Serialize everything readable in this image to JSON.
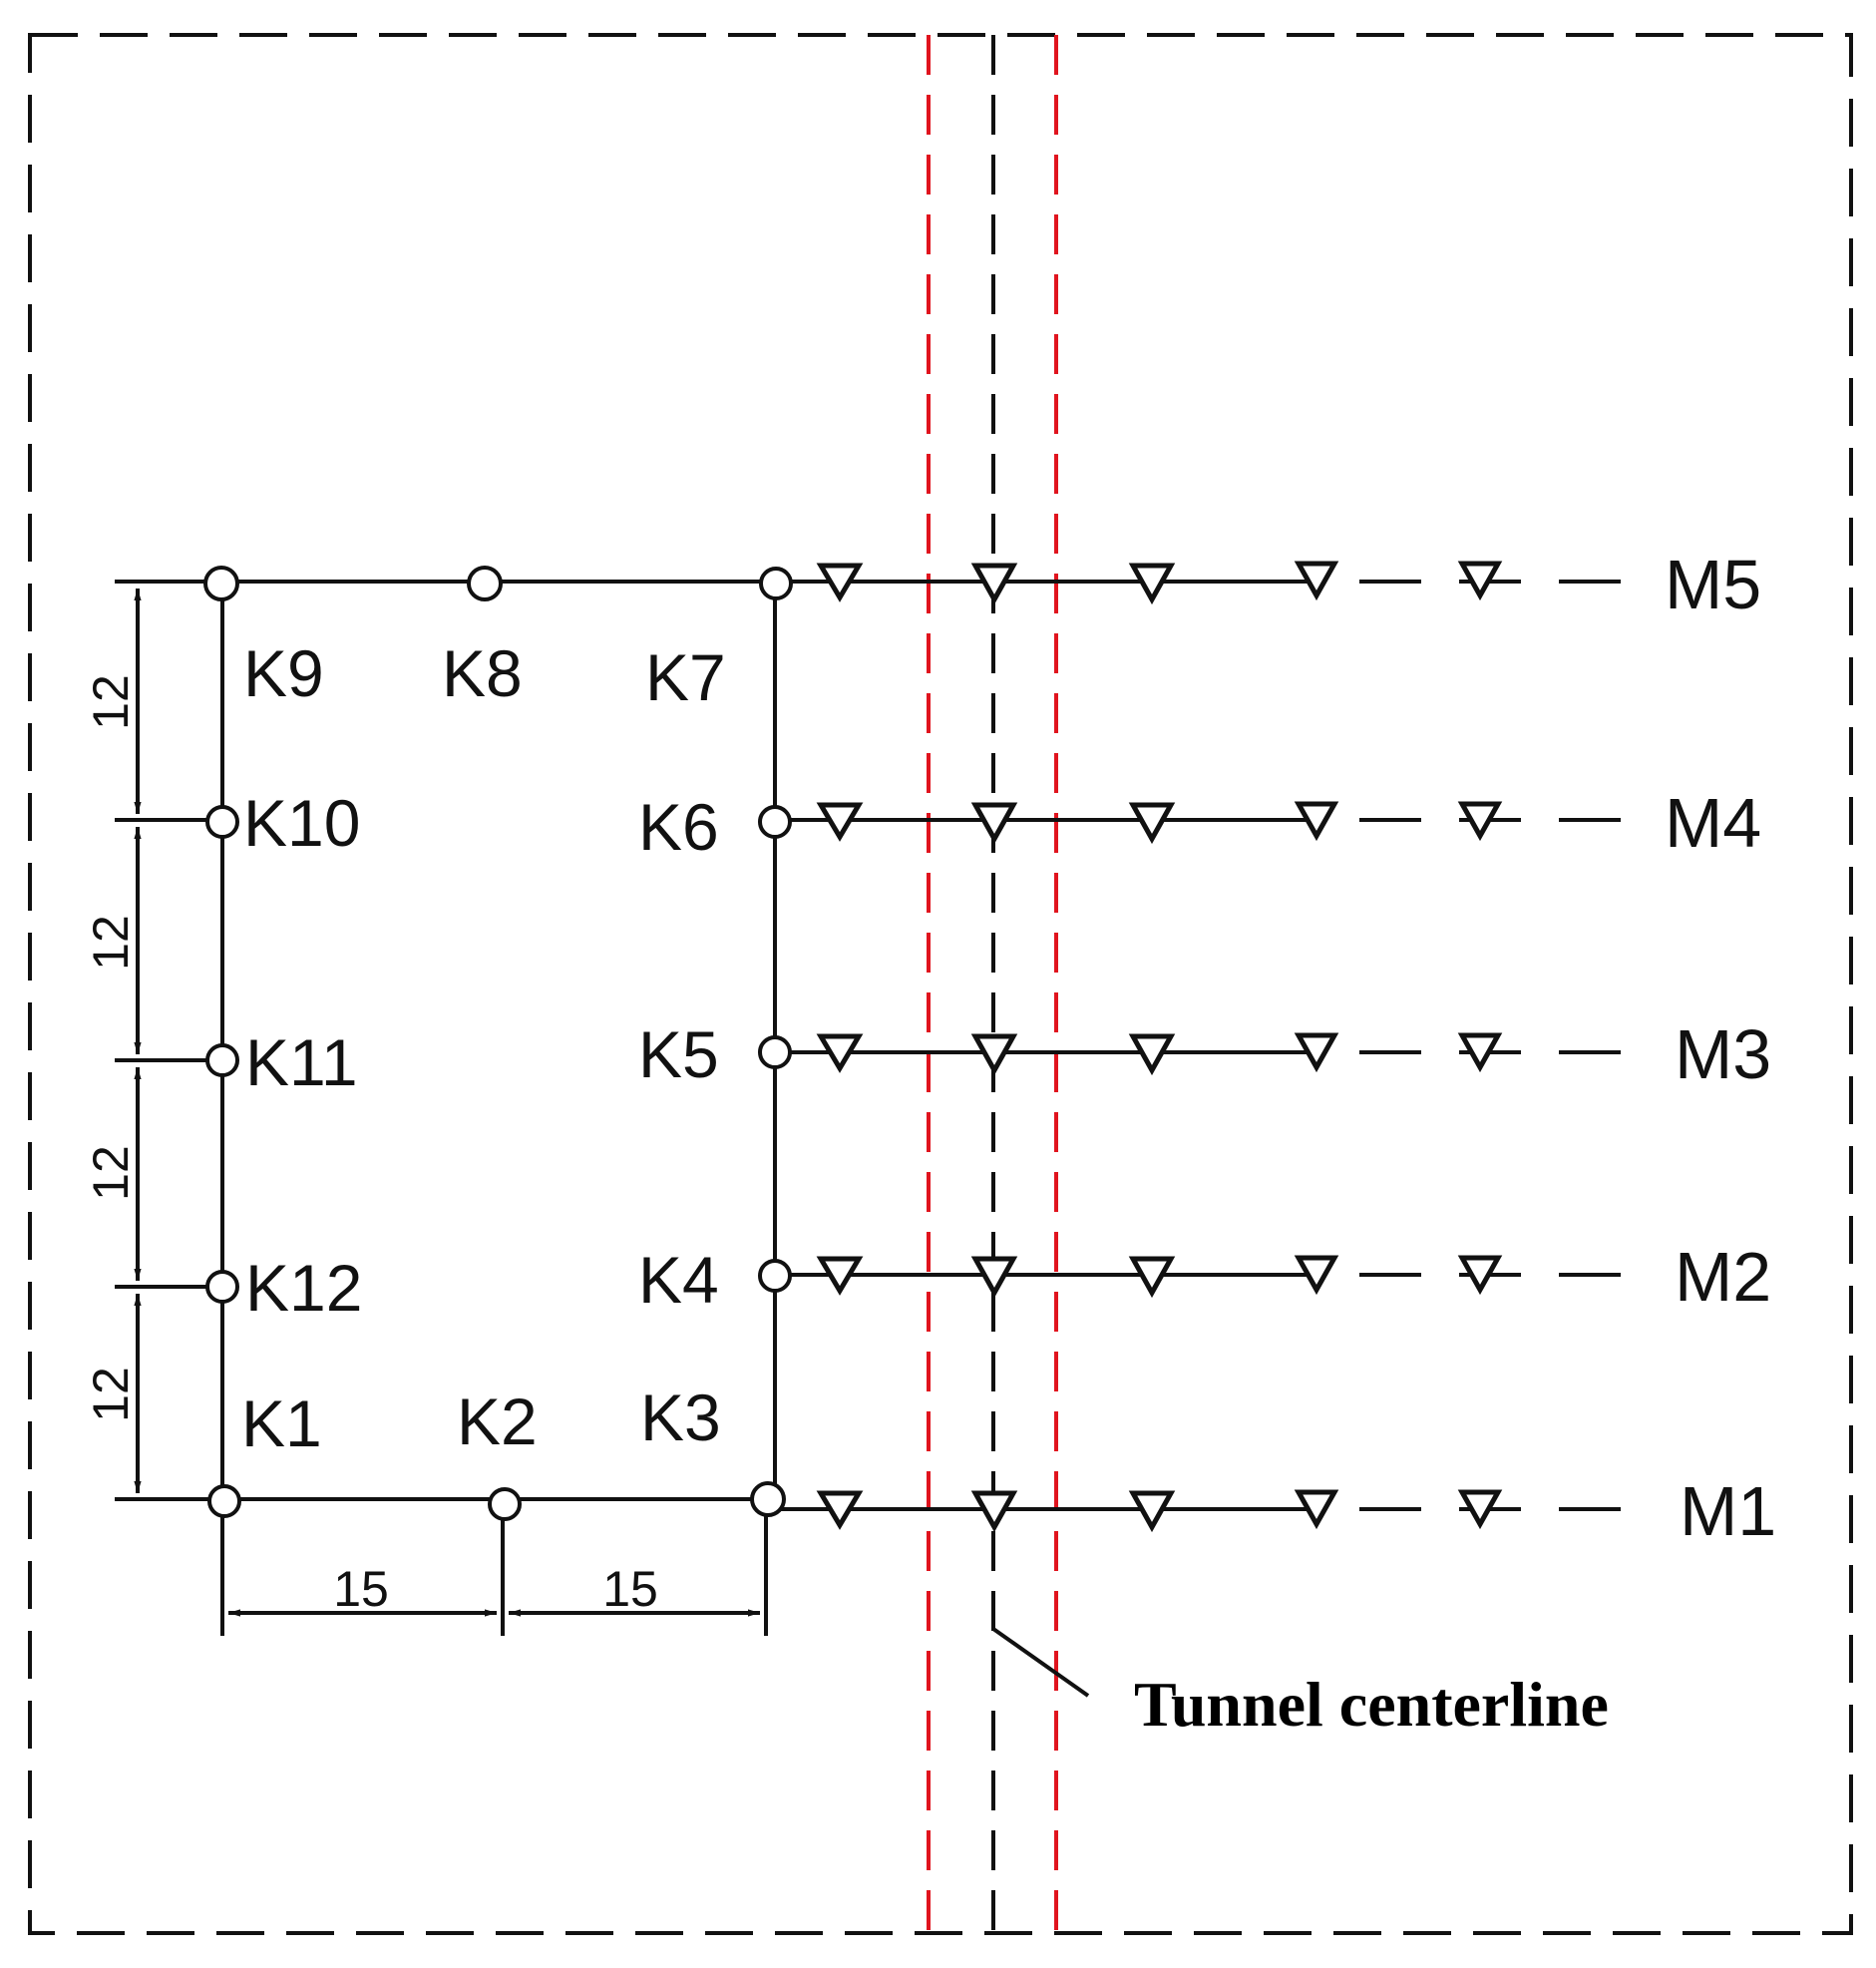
{
  "colors": {
    "line": "#111111",
    "tunnel_edge": "#e0141e",
    "background": "#ffffff"
  },
  "point_labels": {
    "k1": "K1",
    "k2": "K2",
    "k3": "K3",
    "k4": "K4",
    "k5": "K5",
    "k6": "K6",
    "k7": "K7",
    "k8": "K8",
    "k9": "K9",
    "k10": "K10",
    "k11": "K11",
    "k12": "K12"
  },
  "line_labels": {
    "m1": "M1",
    "m2": "M2",
    "m3": "M3",
    "m4": "M4",
    "m5": "M5"
  },
  "dimensions": {
    "vertical": [
      "12",
      "12",
      "12",
      "12"
    ],
    "horizontal": [
      "15",
      "15"
    ]
  },
  "caption": "Tunnel centerline"
}
